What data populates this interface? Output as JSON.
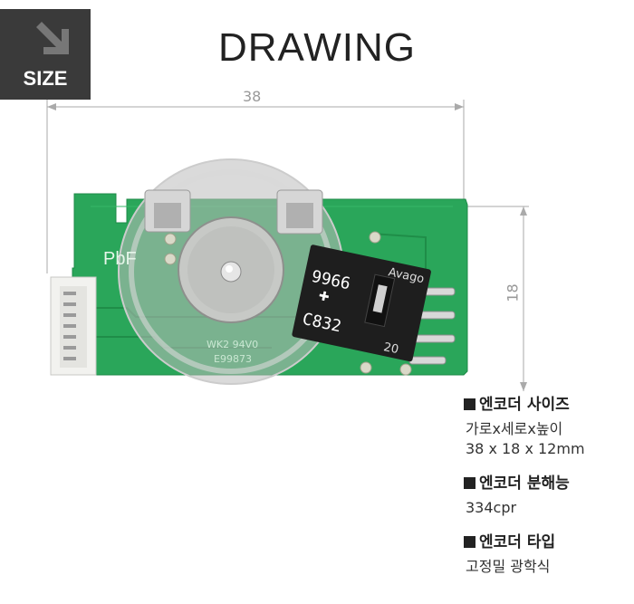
{
  "badge": {
    "label": "SIZE",
    "icon": "arrow-down-right-icon"
  },
  "title": "DRAWING",
  "dimensions": {
    "width": "38",
    "height": "18"
  },
  "board_labels": {
    "brand": "PbF",
    "chip_line1": "9966",
    "chip_line2": "C832",
    "chip_mark": "Avago",
    "chip_mark2": "20",
    "pcb_text1": "WK2 94V0",
    "pcb_text2": "E99873"
  },
  "specs": [
    {
      "heading": "엔코더 사이즈",
      "value_lines": [
        "가로x세로x높이",
        "38 x 18 x 12mm"
      ]
    },
    {
      "heading": "엔코더 분해능",
      "value_lines": [
        "334cpr"
      ]
    },
    {
      "heading": "엔코더 타입",
      "value_lines": [
        "고정밀 광학식"
      ]
    }
  ],
  "colors": {
    "badge_bg": "#3a3a3a",
    "pcb": "#2aa65a",
    "dim_line": "#999999"
  }
}
